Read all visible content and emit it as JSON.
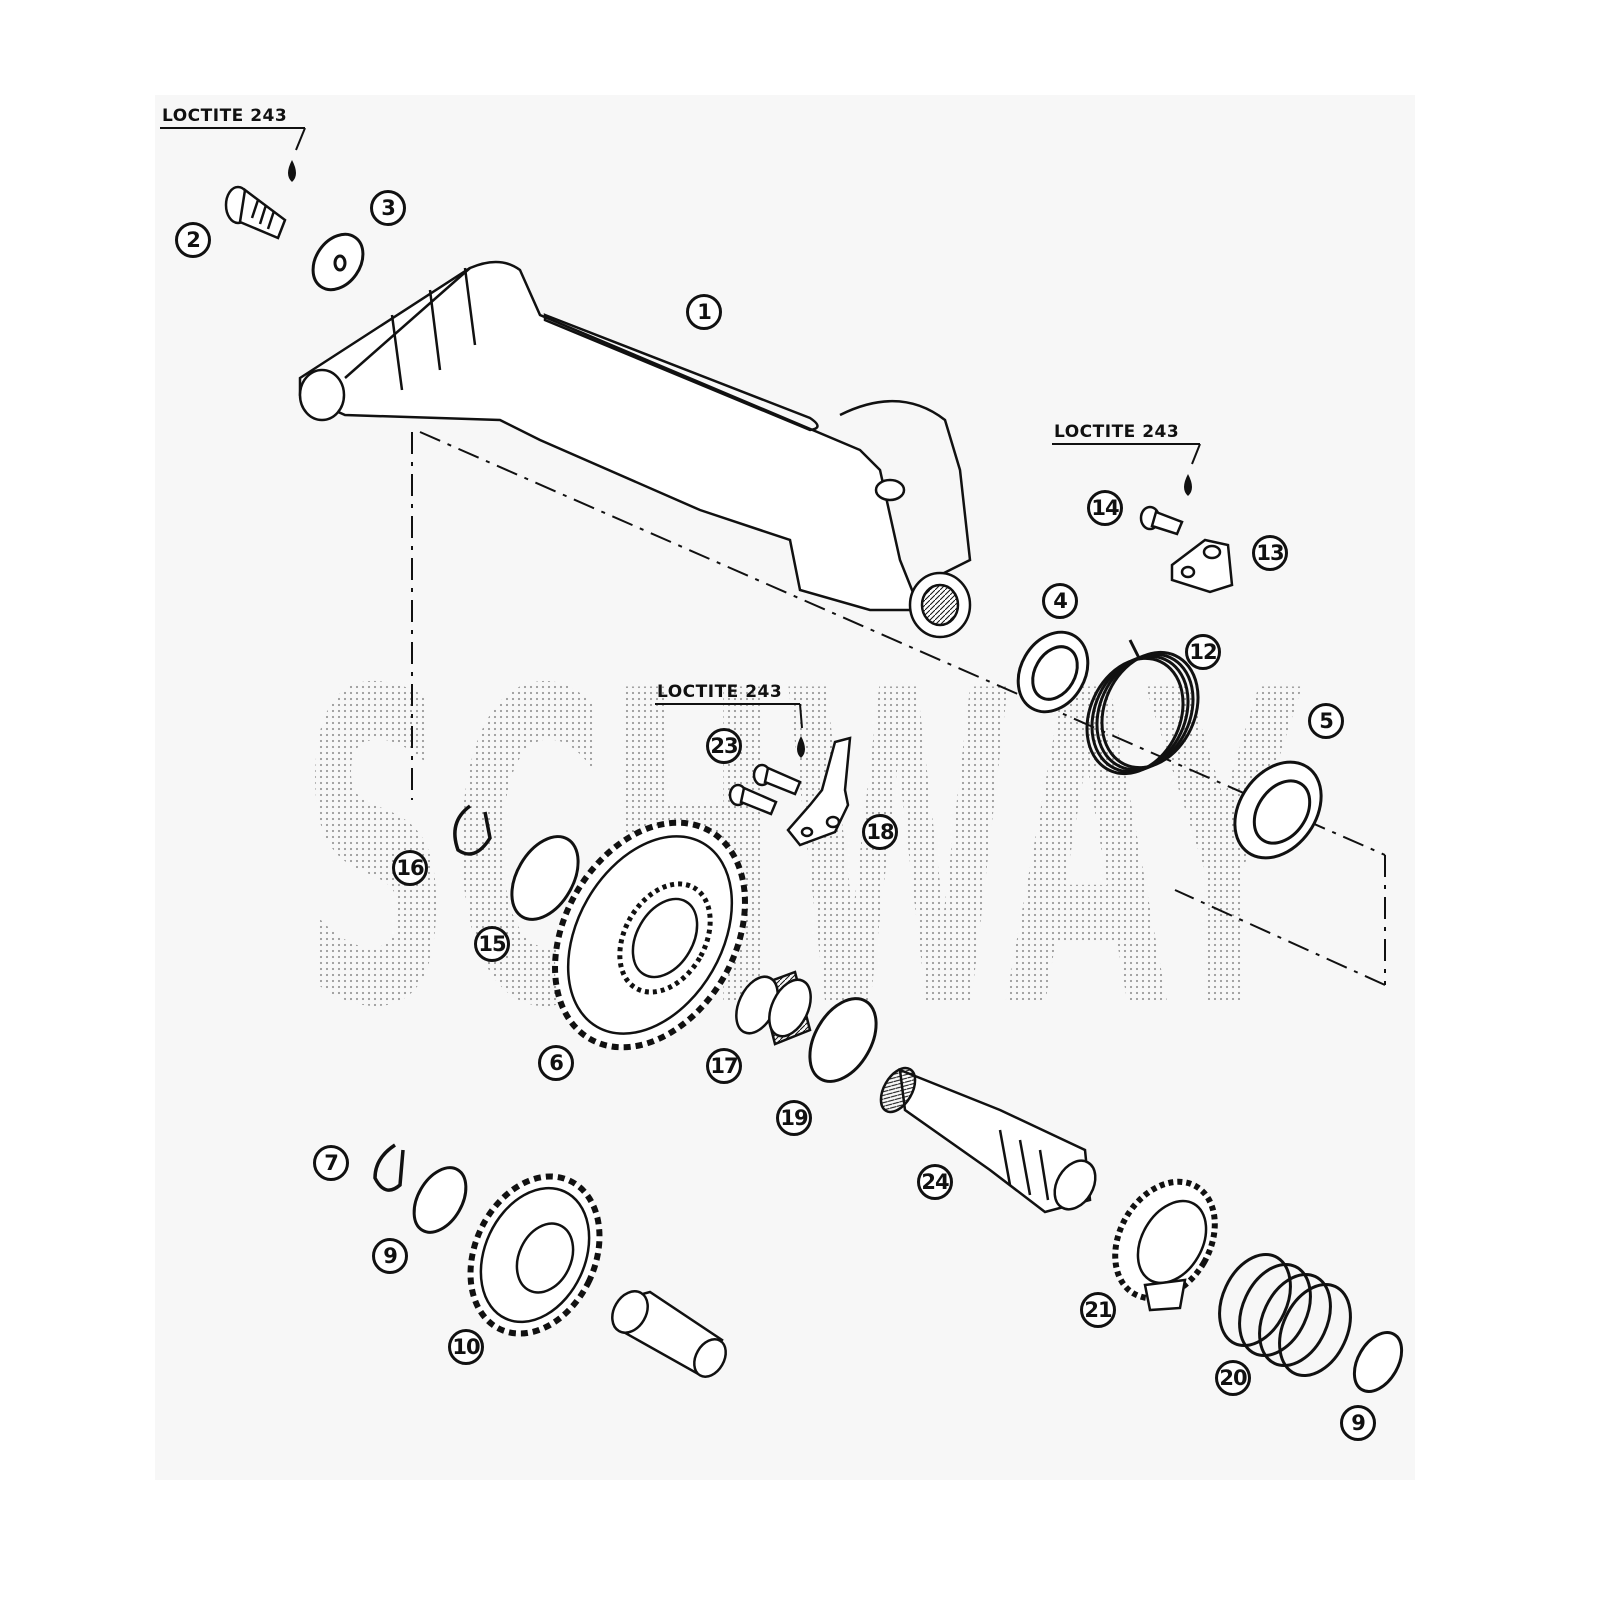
{
  "diagram": {
    "watermark": "SCHWAY",
    "loctite_labels": [
      "LOCTITE 243",
      "LOCTITE 243",
      "LOCTITE 243"
    ],
    "callouts": [
      "1",
      "2",
      "3",
      "4",
      "5",
      "12",
      "13",
      "14",
      "23",
      "18",
      "16",
      "15",
      "6",
      "17",
      "19",
      "24",
      "7",
      "9",
      "10",
      "21",
      "20",
      "9"
    ]
  }
}
